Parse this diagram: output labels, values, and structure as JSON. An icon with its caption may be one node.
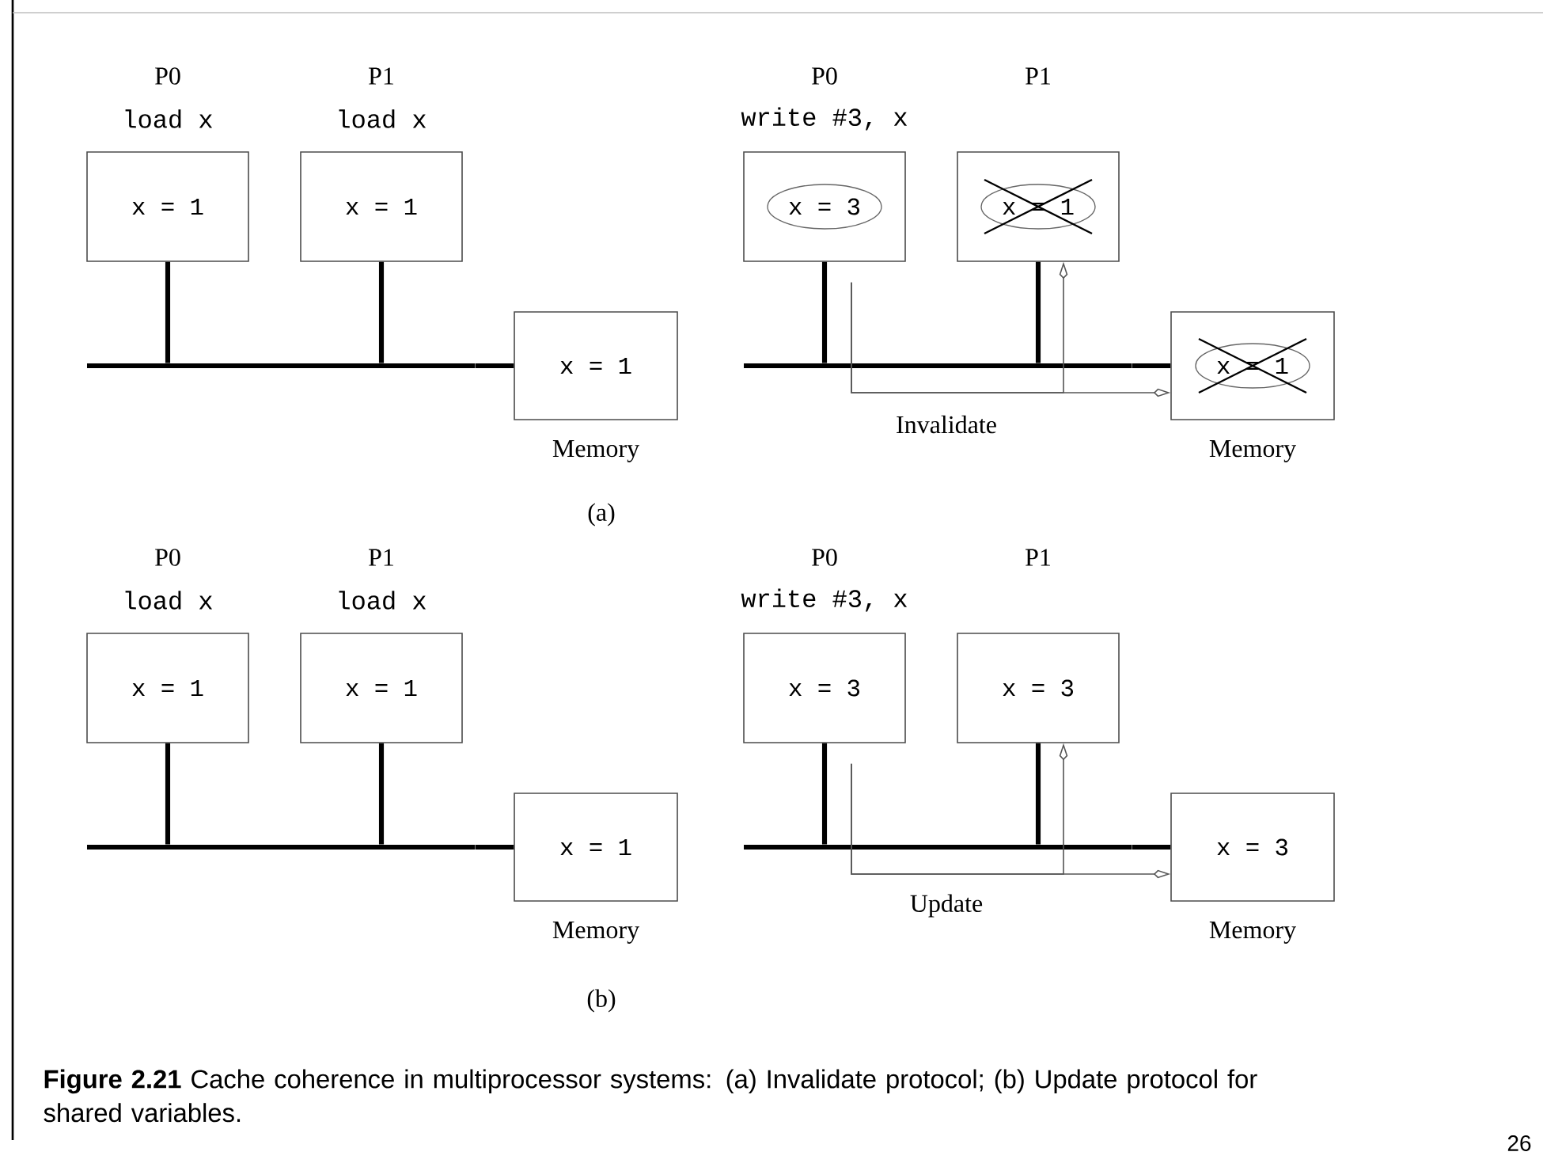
{
  "diagram": {
    "caption": "**Figure 2.21** Cache coherence in multiprocessor systems: (a) Invalidate protocol; (b) Update protocol for shared variables.",
    "nodes": [
      {
        "text": [
          "P0",
          "load x",
          "x = 1"
        ]
      },
      {
        "text": [
          "P1",
          "load x",
          "x = 1"
        ]
      },
      {
        "text": [],
        "shape": "bar"
      },
      {
        "text": [
          "x = 1"
        ],
        "beside": [
          "Memory"
        ]
      },
      {
        "text": [
          "P0",
          "write #3, x",
          "x = 3"
        ]
      },
      {
        "text": [
          "P1",
          "x = 1"
        ]
      },
      {
        "text": [],
        "shape": "bar"
      },
      {
        "text": [
          "x = 1"
        ],
        "beside": [
          "Memory"
        ]
      },
      {
        "text": [
          "P0",
          "load x",
          "x = 1"
        ]
      },
      {
        "text": [
          "P1",
          "load x",
          "x = 1"
        ]
      },
      {
        "text": [],
        "shape": "bar"
      },
      {
        "text": [
          "x = 1"
        ],
        "beside": [
          "Memory"
        ]
      },
      {
        "text": [
          "P0",
          "write #3, x",
          "x = 3"
        ]
      },
      {
        "text": [
          "P1",
          "x = 3"
        ]
      },
      {
        "text": [],
        "shape": "bar"
      },
      {
        "text": [
          "x = 3"
        ],
        "beside": [
          "Memory"
        ]
      }
    ],
    "edges": [
      {
        "from": 0,
        "to": 2,
        "arrow": "none"
      },
      {
        "from": 1,
        "to": 2,
        "arrow": "none"
      },
      {
        "from": 2,
        "to": 3,
        "arrow": "none"
      },
      {
        "from": 4,
        "to": 6,
        "arrow": "none"
      },
      {
        "from": 5,
        "to": 6,
        "arrow": "none"
      },
      {
        "from": 6,
        "to": 7,
        "arrow": "none"
      },
      {
        "from": 4,
        "to": 5,
        "arrow": "to",
        "color": "#555555"
      },
      {
        "from": 4,
        "to": 7,
        "arrow": "to",
        "label": "Invalidate",
        "color": "#555555"
      },
      {
        "from": 8,
        "to": 10,
        "arrow": "none"
      },
      {
        "from": 9,
        "to": 10,
        "arrow": "none"
      },
      {
        "from": 10,
        "to": 11,
        "arrow": "none"
      },
      {
        "from": 12,
        "to": 14,
        "arrow": "none"
      },
      {
        "from": 13,
        "to": 14,
        "arrow": "none"
      },
      {
        "from": 14,
        "to": 15,
        "arrow": "none"
      },
      {
        "from": 12,
        "to": 13,
        "arrow": "to",
        "color": "#555555"
      },
      {
        "from": 12,
        "to": 15,
        "arrow": "to",
        "label": "Update",
        "color": "#555555"
      }
    ],
    "labels": [
      "(a)",
      "(b)",
      "26"
    ]
  }
}
